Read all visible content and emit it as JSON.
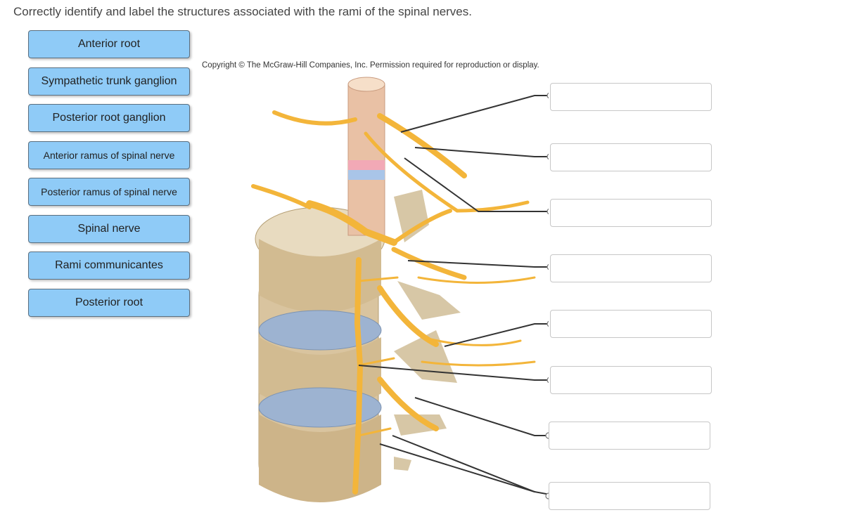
{
  "question": "Correctly identify and label the structures associated with the rami of the spinal nerves.",
  "labels": [
    "Anterior root",
    "Sympathetic trunk ganglion",
    "Posterior root ganglion",
    "Anterior ramus of spinal nerve",
    "Posterior ramus of spinal nerve",
    "Spinal nerve",
    "Rami communicantes",
    "Posterior root"
  ],
  "copyright": "Copyright © The McGraw-Hill Companies, Inc. Permission required for reproduction or display.",
  "drop_targets_count": 8,
  "colors": {
    "chip_fill": "#8fcbf7",
    "nerve": "#f3b53a",
    "bone": "#d9c49f",
    "disc": "#8fa9c9",
    "leader_line": "#333333"
  }
}
